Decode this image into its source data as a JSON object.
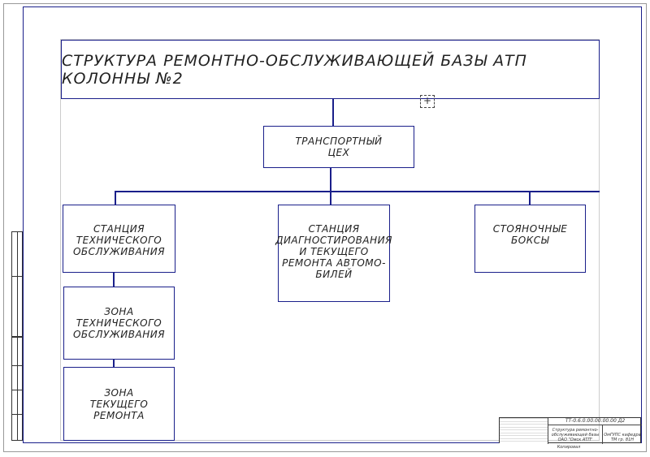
{
  "diagram": {
    "title": "СТРУКТУРА РЕМОНТНО-ОБСЛУЖИВАЮЩЕЙ БАЗЫ АТП КОЛОННЫ №2",
    "root": "ТРАНСПОРТНЫЙ\nЦЕХ",
    "branches": [
      "СТАНЦИЯ\nТЕХНИЧЕСКОГО\nОБСЛУЖИВАНИЯ",
      "СТАНЦИЯ\nДИАГНОСТИРОВАНИЯ\nИ ТЕКУЩЕГО\nРЕМОНТА АВТОМО-\nБИЛЕЙ",
      "СТОЯНОЧНЫЕ\nБОКСЫ"
    ],
    "sub_items": [
      "ЗОНА\nТЕХНИЧЕСКОГО\nОБСЛУЖИВАНИЯ",
      "ЗОНА\nТЕКУЩЕГО\nРЕМОНТА"
    ]
  },
  "title_block": {
    "designation": "ТТ-0.6.0.00.00.00.00 Д2",
    "sheet_name": "Структура ремонтно-обслуживающей базы ОАО \"Омск АТП\"",
    "org": "ОмГУПС кафедра ТМ гр. 81Н",
    "format_label": "Копировал"
  }
}
